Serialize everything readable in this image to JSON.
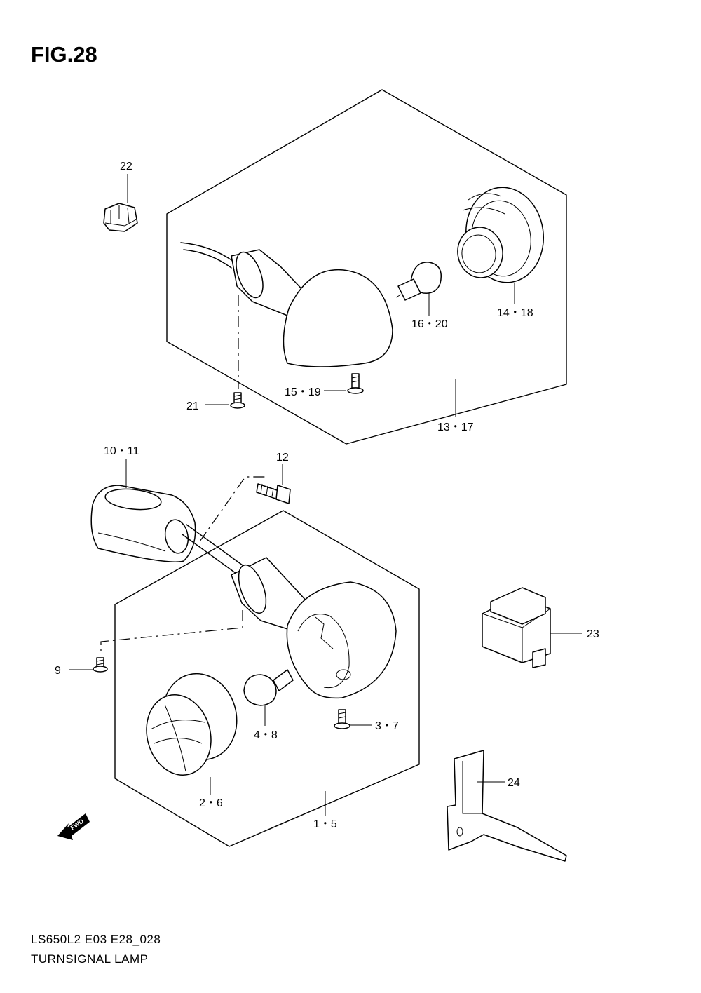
{
  "figure": {
    "title": "FIG.28"
  },
  "footer": {
    "code": "LS650L2 E03 E28_028",
    "caption": "TURNSIGNAL LAMP"
  },
  "callouts": {
    "c22": "22",
    "c14_18": "14・18",
    "c16_20": "16・20",
    "c15_19": "15・19",
    "c21": "21",
    "c13_17": "13・17",
    "c10_11": "10・11",
    "c12": "12",
    "c23": "23",
    "c9": "9",
    "c4_8": "4・8",
    "c3_7": "3・7",
    "c24": "24",
    "c2_6": "2・6",
    "c1_5": "1・5"
  },
  "badge": {
    "fwd": "FWD"
  }
}
